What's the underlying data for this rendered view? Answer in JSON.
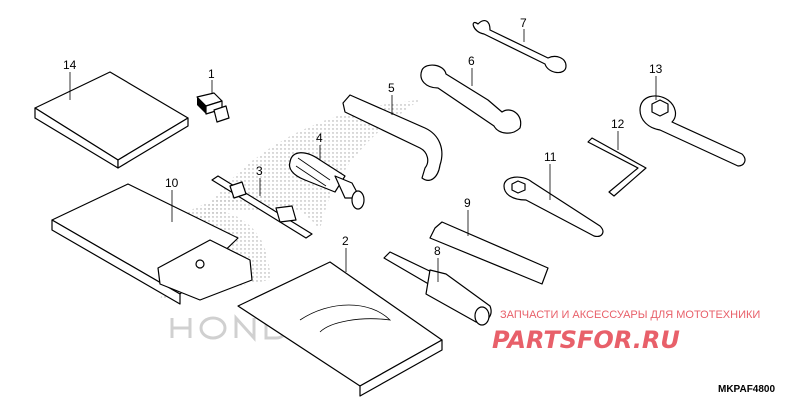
{
  "diagram": {
    "code": "MKPAF4800",
    "callouts": {
      "p1": "1",
      "p2": "2",
      "p3": "3",
      "p4": "4",
      "p5": "5",
      "p6": "6",
      "p7": "7",
      "p8": "8",
      "p9": "9",
      "p10": "10",
      "p11": "11",
      "p12": "12",
      "p13": "13",
      "p14": "14"
    }
  },
  "watermark": {
    "tagline": "ЗАПЧАСТИ И АКСЕССУАРЫ ДЛЯ МОТОТЕХНИКИ",
    "site": "PARTSFOR.RU",
    "brand_logo": "HONDA",
    "color": "#e8606a"
  }
}
